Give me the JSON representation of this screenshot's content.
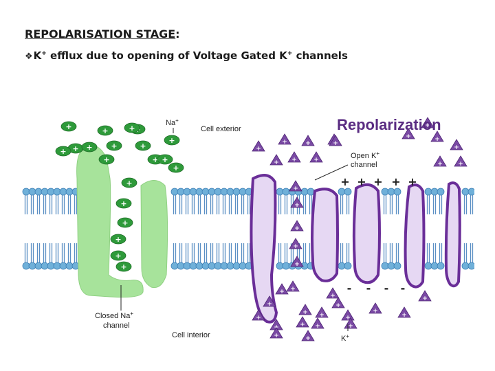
{
  "slide": {
    "heading": "REPOLARISATION STAGE",
    "heading_colon": ":",
    "bullet_icon": "diamond-bullet-icon",
    "bullet_k": "K",
    "bullet_plus_1": "+",
    "bullet_mid": " efflux due to opening of Voltage Gated K",
    "bullet_plus_2": "+",
    "bullet_end": " channels"
  },
  "diagram": {
    "title": "Repolarization",
    "na_label": "Na",
    "na_sup": "+",
    "cell_exterior": "Cell exterior",
    "cell_interior": "Cell interior",
    "closed_na_line1": "Closed Na",
    "closed_na_sup": "+",
    "closed_na_line2": "channel",
    "open_k_line1": "Open K",
    "open_k_sup": "+",
    "open_k_line2": "channel",
    "k_label": "K",
    "k_sup": "+",
    "ion_symbol": "+",
    "neg_symbol": "-",
    "colors": {
      "title": "#5a2c82",
      "na_channel": "#a7e39b",
      "k_channel_fill": "#e6d8f3",
      "k_channel_stroke": "#6a2e98",
      "membrane_head": "#6fb0d9",
      "membrane_tail": "#5a8fc4",
      "na_ion": "#2e9a3a",
      "k_ion": "#7a4aa4"
    }
  }
}
